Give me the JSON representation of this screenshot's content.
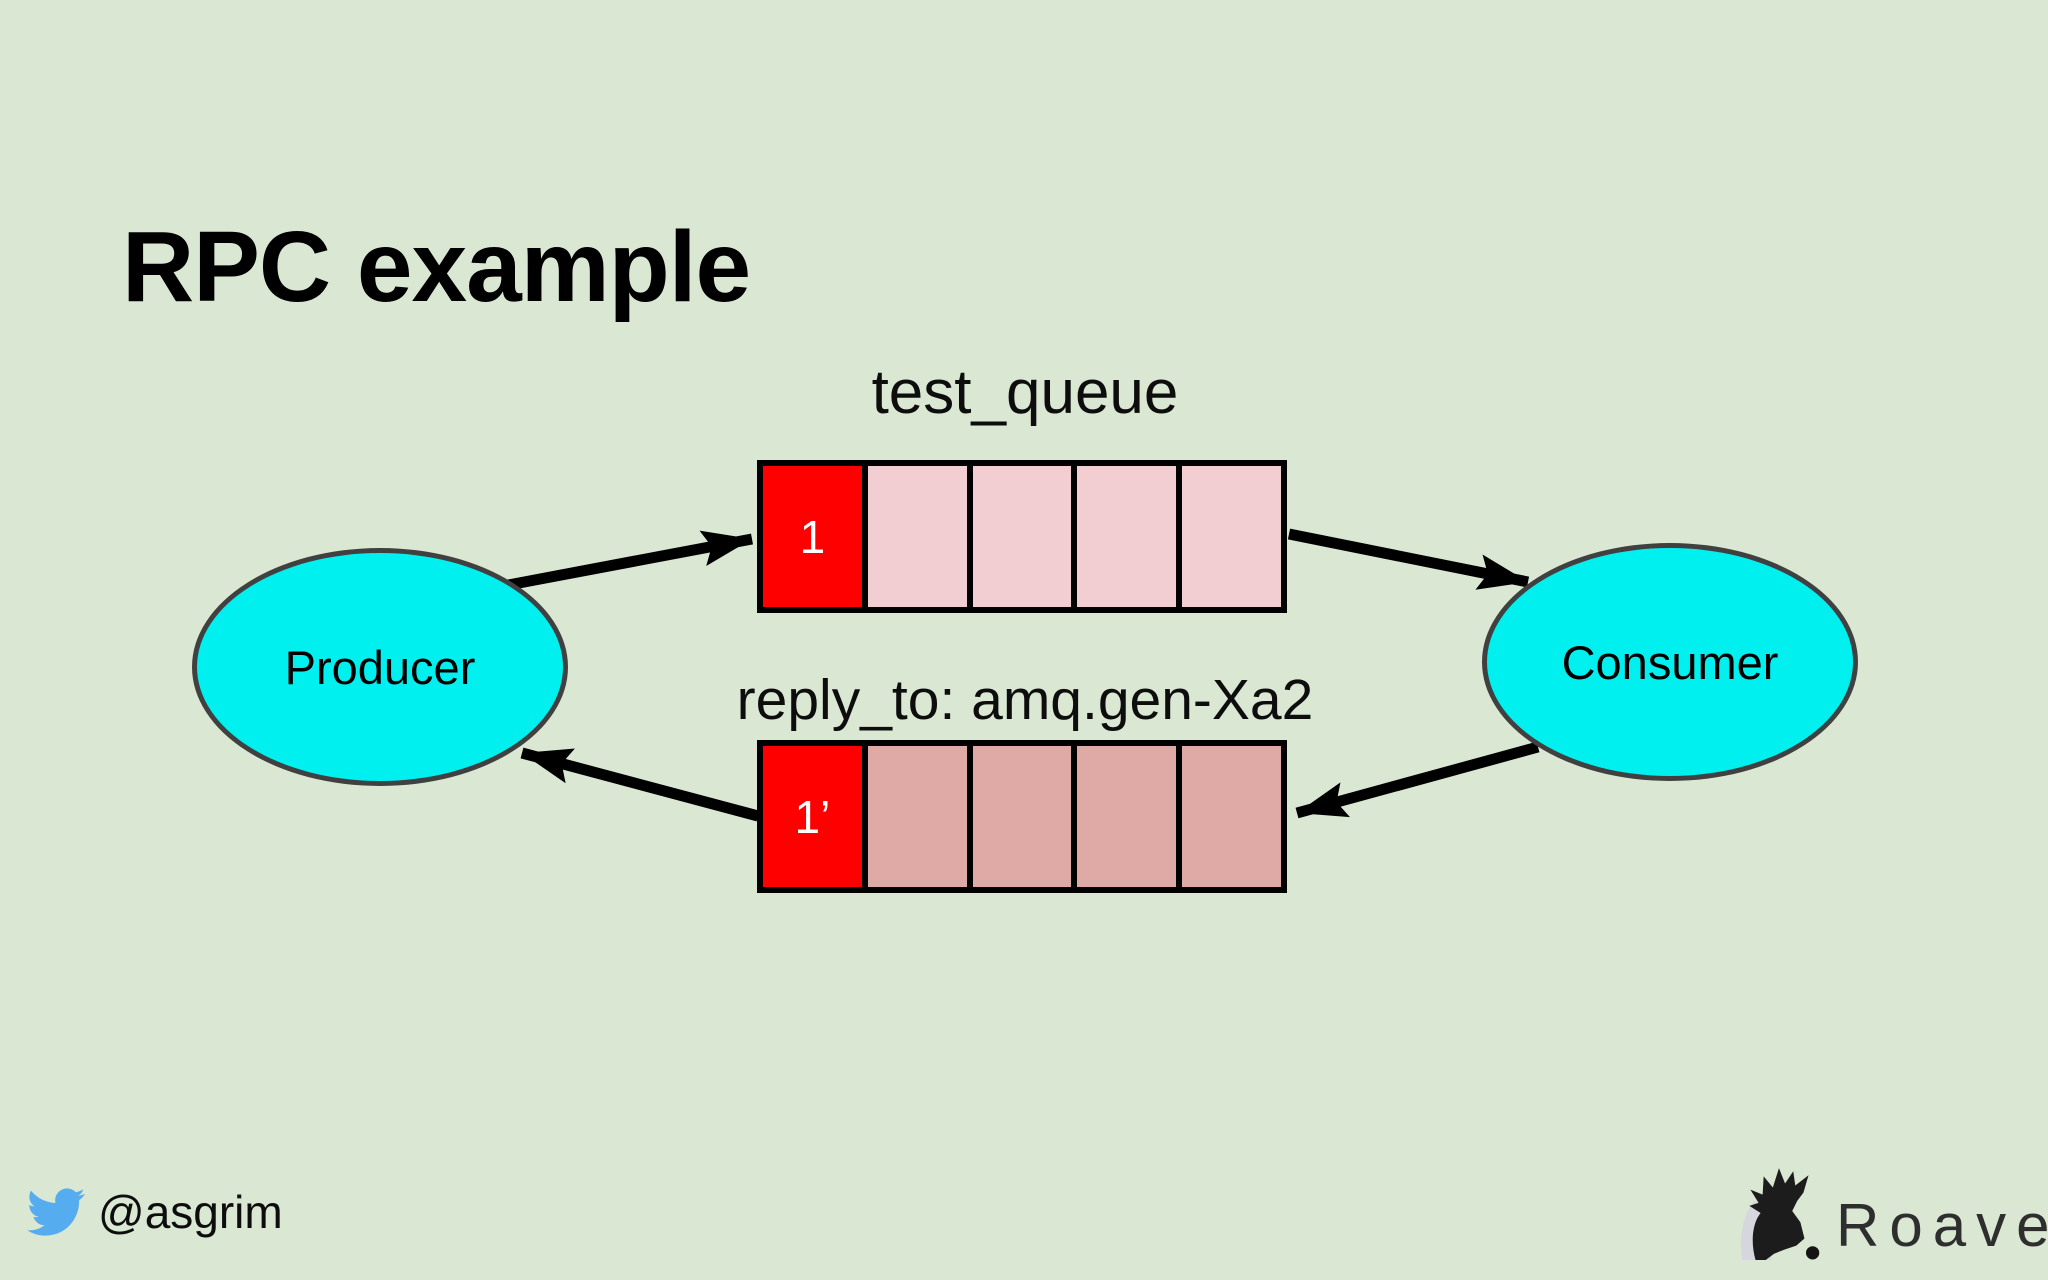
{
  "slide": {
    "title": "RPC example"
  },
  "diagram": {
    "producer": {
      "label": "Producer"
    },
    "consumer": {
      "label": "Consumer"
    },
    "request_queue": {
      "label": "test_queue",
      "cells": 5,
      "first_cell_text": "1",
      "first_cell_color": "#ff0000",
      "cell_color": "#f2ced3",
      "first_cell_text_color": "#ffffff"
    },
    "reply_queue": {
      "label": "reply_to: amq.gen-Xa2",
      "cells": 5,
      "first_cell_text": "1’",
      "first_cell_color": "#ff0000",
      "cell_color": "#dfa9a5",
      "first_cell_text_color": "#ffffff"
    }
  },
  "footer": {
    "twitter_handle": "@asgrim",
    "brand_name": "Roave"
  },
  "colors": {
    "background": "#d9e7d3",
    "node_fill": "#00f0f0",
    "node_border": "#404040",
    "arrow": "#000000",
    "twitter_blue": "#55acee",
    "brand_text": "#2e2e2e"
  }
}
